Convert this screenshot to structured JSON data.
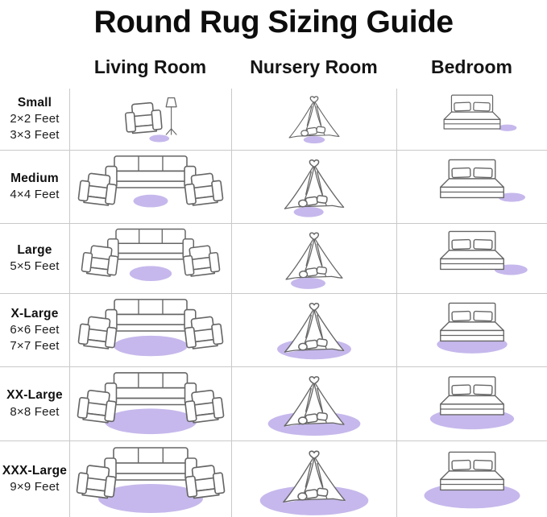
{
  "title": "Round Rug Sizing Guide",
  "column_headers": [
    "Living Room",
    "Nursery Room",
    "Bedroom"
  ],
  "rows": [
    {
      "name": "Small",
      "sizes": [
        "2×2 Feet",
        "3×3 Feet"
      ]
    },
    {
      "name": "Medium",
      "sizes": [
        "4×4 Feet"
      ]
    },
    {
      "name": "Large",
      "sizes": [
        "5×5 Feet"
      ]
    },
    {
      "name": "X-Large",
      "sizes": [
        "6×6 Feet",
        "7×7 Feet"
      ]
    },
    {
      "name": "XX-Large",
      "sizes": [
        "8×8 Feet"
      ]
    },
    {
      "name": "XXX-Large",
      "sizes": [
        "9×9 Feet"
      ]
    }
  ],
  "icons": {
    "living_room": [
      "armchair-icon",
      "floor-lamp-icon",
      "sofa-icon"
    ],
    "nursery_room": [
      "canopy-tent-icon"
    ],
    "bedroom": [
      "bed-icon"
    ],
    "rug": "round-rug-ellipse"
  },
  "colors": {
    "rug": "#c6b8ec",
    "grid_line": "#c9c9c9",
    "text": "#111111",
    "furniture_line": "#666666",
    "background": "#ffffff"
  }
}
